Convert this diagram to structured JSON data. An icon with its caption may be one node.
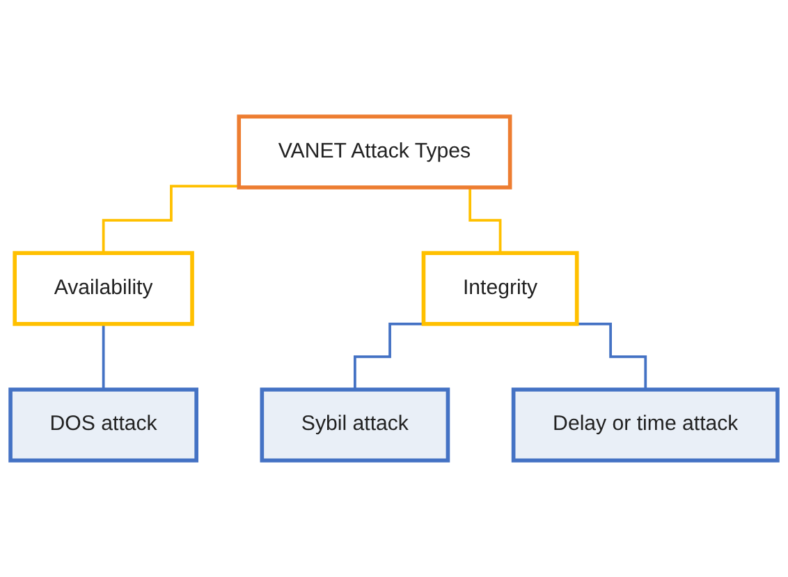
{
  "diagram": {
    "nodes": [
      {
        "text": [
          "VANET Attack Types"
        ]
      },
      {
        "text": [
          "Availability"
        ]
      },
      {
        "text": [
          "Integrity"
        ]
      },
      {
        "text": [
          "DOS attack"
        ]
      },
      {
        "text": [
          "Sybil attack"
        ]
      },
      {
        "text": [
          "Delay or time attack"
        ]
      }
    ],
    "edges": [
      {
        "from": 0,
        "to": 1,
        "arrow": "none",
        "color": "#ffc000"
      },
      {
        "from": 0,
        "to": 2,
        "arrow": "none",
        "color": "#ffc000"
      },
      {
        "from": 1,
        "to": 3,
        "arrow": "none",
        "color": "#4472c4"
      },
      {
        "from": 2,
        "to": 4,
        "arrow": "none",
        "color": "#4472c4"
      },
      {
        "from": 2,
        "to": 5,
        "arrow": "none",
        "color": "#4472c4"
      }
    ]
  }
}
